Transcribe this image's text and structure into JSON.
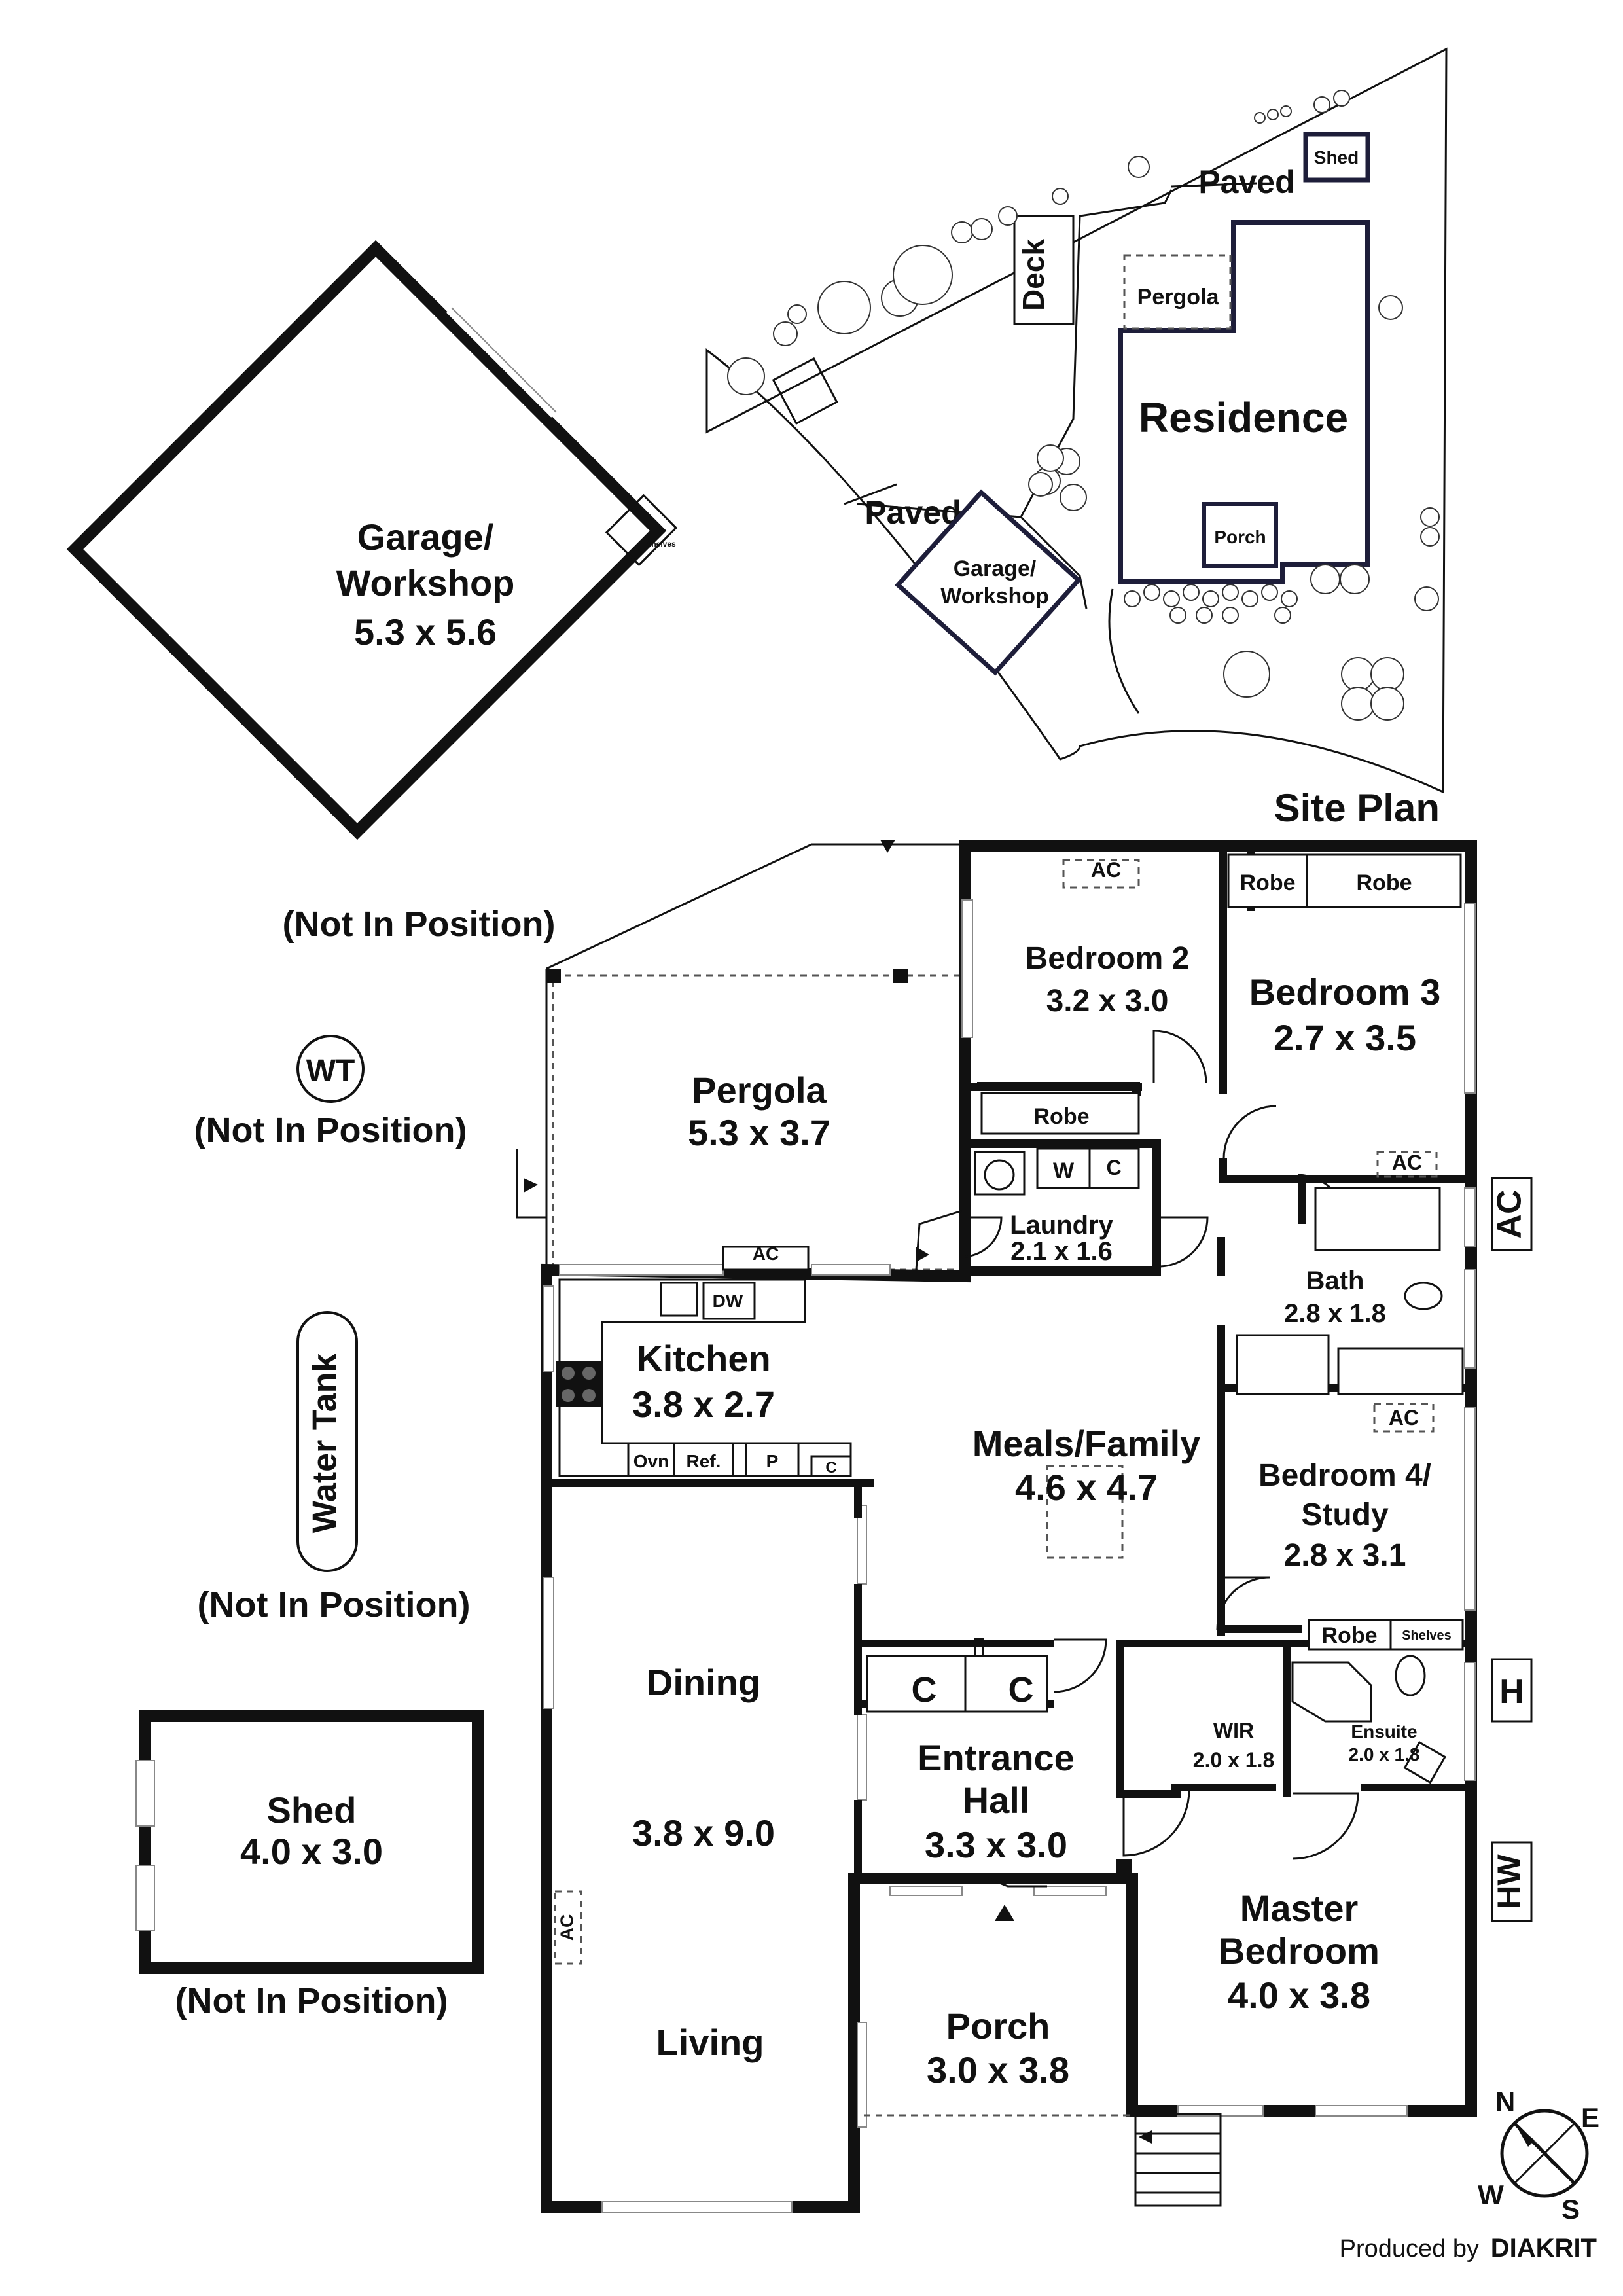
{
  "labels": {
    "site_plan_title": "Site Plan",
    "paved_top": "Paved",
    "paved_left": "Paved",
    "deck": "Deck",
    "shed_small": "Shed",
    "site_pergola": "Pergola",
    "residence": "Residence",
    "site_porch": "Porch",
    "site_garage_l1": "Garage/",
    "site_garage_l2": "Workshop",
    "garage_l1": "Garage/",
    "garage_l2": "Workshop",
    "garage_dim": "5.3 x 5.6",
    "shelves_garage": "Shelves",
    "garage_not_in_position": "(Not In Position)",
    "wt": "WT",
    "wt_not_in_position": "(Not In Position)",
    "water_tank": "Water Tank",
    "water_tank_not_in_position": "(Not In Position)",
    "shed_name": "Shed",
    "shed_dim": "4.0 x 3.0",
    "shed_not_in_position": "(Not In Position)",
    "pergola_name": "Pergola",
    "pergola_dim": "5.3 x 3.7",
    "bed2_name": "Bedroom 2",
    "bed2_dim": "3.2 x 3.0",
    "bed3_name": "Bedroom 3",
    "bed3_dim": "2.7 x 3.5",
    "robe": "Robe",
    "laundry_name": "Laundry",
    "laundry_dim": "2.1 x 1.6",
    "w": "W",
    "c": "C",
    "bath_name": "Bath",
    "bath_dim": "2.8 x 1.8",
    "kitchen_name": "Kitchen",
    "kitchen_dim": "3.8 x 2.7",
    "dw": "DW",
    "ovn": "Ovn",
    "ref": "Ref.",
    "p": "P",
    "meals_name": "Meals/Family",
    "meals_dim": "4.6 x 4.7",
    "bed4_l1": "Bedroom 4/",
    "bed4_l2": "Study",
    "bed4_dim": "2.8 x 3.1",
    "shelves": "Shelves",
    "dining_name": "Dining",
    "living_dim": "3.8 x 9.0",
    "living_name": "Living",
    "entrance_l1": "Entrance",
    "entrance_l2": "Hall",
    "entrance_dim": "3.3 x 3.0",
    "wir_name": "WIR",
    "wir_dim": "2.0 x 1.8",
    "ensuite_name": "Ensuite",
    "ensuite_dim": "2.0 x 1.8",
    "master_l1": "Master",
    "master_l2": "Bedroom",
    "master_dim": "4.0 x 3.8",
    "porch_name": "Porch",
    "porch_dim": "3.0 x 3.8",
    "ac": "AC",
    "h": "H",
    "hw": "HW",
    "compass_n": "N",
    "compass_e": "E",
    "compass_s": "S",
    "compass_w": "W",
    "produced_by": "Produced by",
    "brand": "DIAKRIT"
  }
}
